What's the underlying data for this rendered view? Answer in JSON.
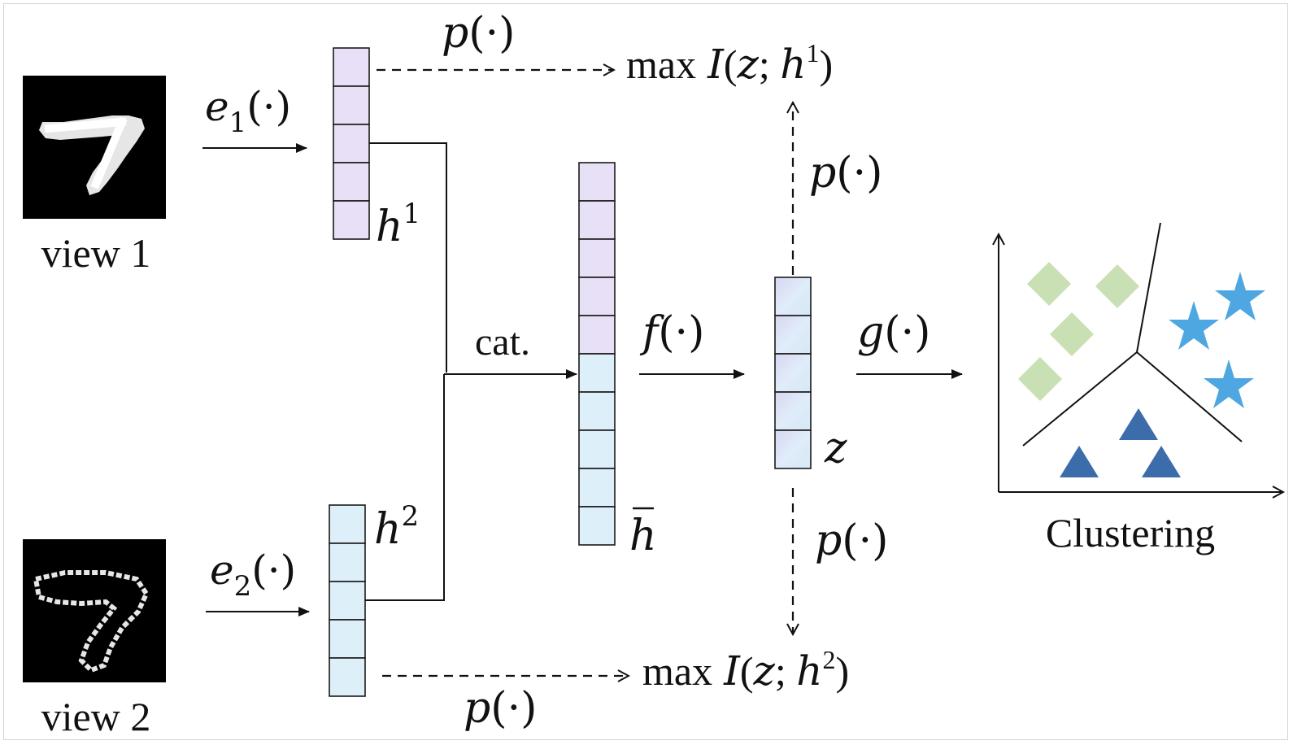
{
  "views": [
    {
      "label": "view 1",
      "encoder": "e",
      "encoder_sub": "1",
      "encoder_arg": "(·)"
    },
    {
      "label": "view 2",
      "encoder": "e",
      "encoder_sub": "2",
      "encoder_arg": "(·)"
    }
  ],
  "latents": {
    "h1": {
      "base": "h",
      "sup": "1"
    },
    "h2": {
      "base": "h",
      "sup": "2"
    },
    "hbar": {
      "base": "h"
    },
    "z": {
      "base": "z"
    }
  },
  "concat_label": "cat.",
  "fusion_fn": {
    "name": "f",
    "arg": "(·)"
  },
  "cluster_fn": {
    "name": "g",
    "arg": "(·)"
  },
  "projection_fn": {
    "name": "p",
    "arg": "(·)"
  },
  "objectives": {
    "top": {
      "prefix": "max",
      "func": "I",
      "open": "(",
      "var": "z",
      "sep": "; ",
      "target": "h",
      "sup": "1",
      "close": ")"
    },
    "bottom": {
      "prefix": "max",
      "func": "I",
      "open": "(",
      "var": "z",
      "sep": "; ",
      "target": "h",
      "sup": "2",
      "close": ")"
    }
  },
  "clustering_label": "Clustering",
  "colors": {
    "view1_cells": "#e8e0f6",
    "view2_cells": "#ddeff9",
    "diamond": "#c9dfb4",
    "star": "#4fa7e2",
    "triangle": "#3d6cab"
  },
  "icons": [
    "diamond-marker",
    "star-marker",
    "triangle-marker"
  ]
}
